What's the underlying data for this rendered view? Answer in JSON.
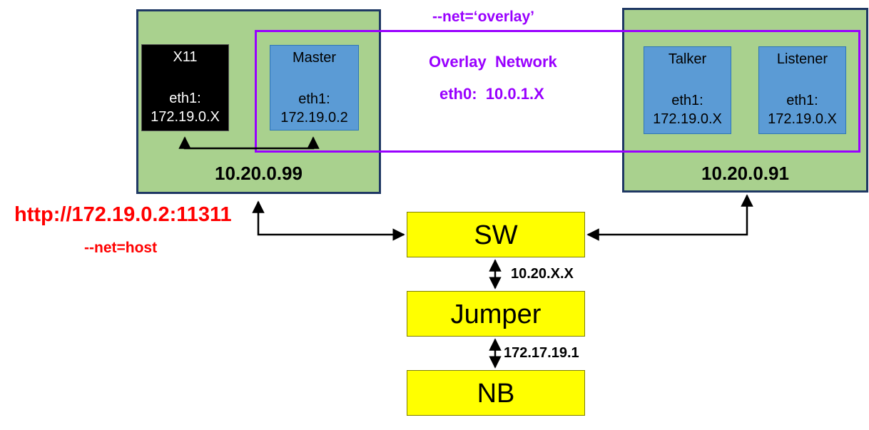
{
  "hosts": {
    "left": {
      "ip": "10.20.0.99"
    },
    "right": {
      "ip": "10.20.0.91"
    }
  },
  "containers": {
    "x11": {
      "name": "X11",
      "eth_label": "eth1:",
      "eth_ip": "172.19.0.X"
    },
    "master": {
      "name": "Master",
      "eth_label": "eth1:",
      "eth_ip": "172.19.0.2"
    },
    "talker": {
      "name": "Talker",
      "eth_label": "eth1:",
      "eth_ip": "172.19.0.X"
    },
    "listener": {
      "name": "Listener",
      "eth_label": "eth1:",
      "eth_ip": "172.19.0.X"
    }
  },
  "overlay": {
    "flag": "--net=‘overlay’",
    "title": "Overlay  Network",
    "eth0": "eth0:  10.0.1.X"
  },
  "host_net": {
    "url": "http://172.19.0.2:11311",
    "flag": "--net=host"
  },
  "network_boxes": {
    "sw": "SW",
    "jumper": "Jumper",
    "nb": "NB"
  },
  "links": {
    "sw_jumper": "10.20.X.X",
    "jumper_nb": "172.17.19.1"
  },
  "colors": {
    "host_fill": "#a9d18e",
    "host_border": "#1f3864",
    "container_fill": "#5b9bd5",
    "overlay": "#9900ff",
    "switch_fill": "#ffff00",
    "url_red": "#ff0000"
  }
}
